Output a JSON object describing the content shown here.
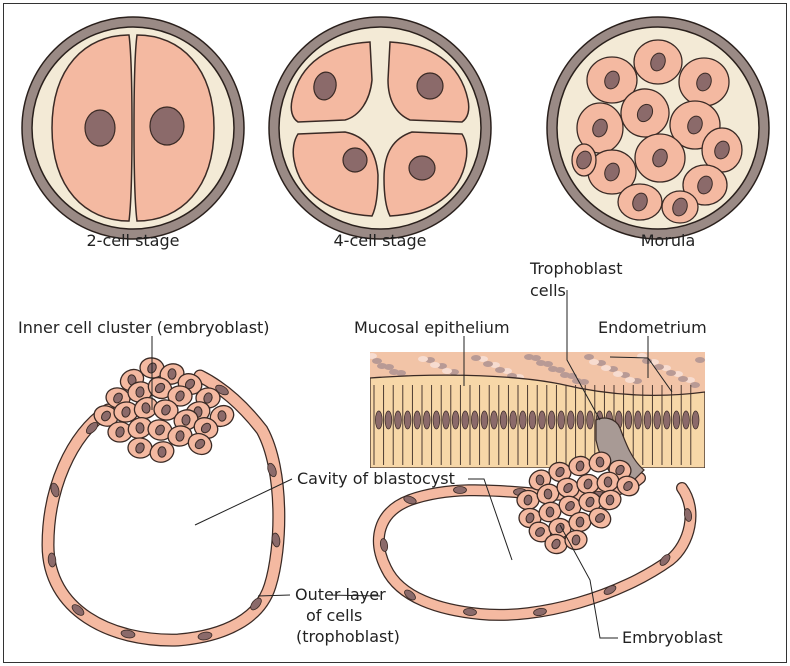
{
  "stages": {
    "two_cell": "2-cell stage",
    "four_cell": "4-cell stage",
    "morula": "Morula"
  },
  "blastocyst": {
    "inner_cell_cluster": "Inner cell cluster (embryoblast)",
    "cavity": "Cavity of blastocyst",
    "outer_layer_1": "Outer layer",
    "outer_layer_2": "of cells",
    "outer_layer_3": "(trophoblast)"
  },
  "implantation": {
    "trophoblast_1": "Trophoblast",
    "trophoblast_2": "cells",
    "mucosal_epithelium": "Mucosal epithelium",
    "endometrium": "Endometrium",
    "embryoblast": "Embryoblast"
  },
  "colors": {
    "cell_fill": "#f4b9a1",
    "cell_outline": "#3a2a25",
    "nucleus": "#8b6a6a",
    "zona": "#9a8a85",
    "zona_inner": "#f3ead6",
    "endometrium": "#f2c4a7",
    "epithelium": "#f7d7a8"
  }
}
